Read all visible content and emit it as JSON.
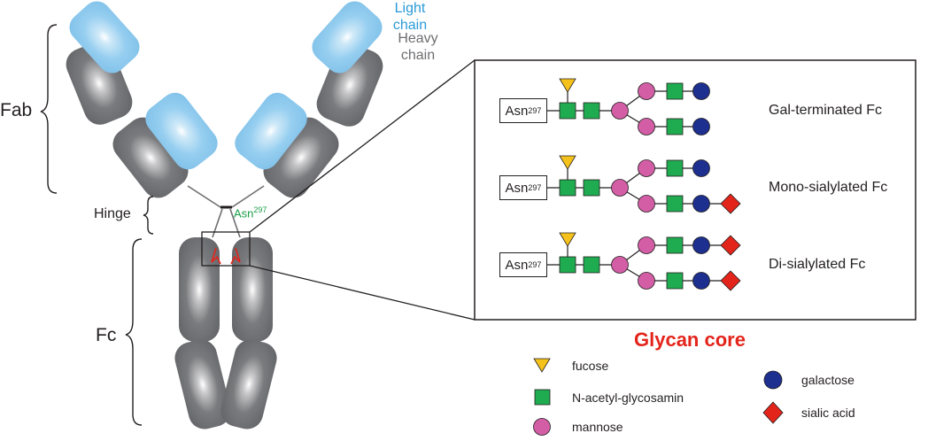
{
  "antibody": {
    "light_chain_label": "Light\nchain",
    "heavy_chain_label": "Heavy\nchain",
    "fab_label": "Fab",
    "hinge_label": "Hinge",
    "fc_label": "Fc",
    "asn_label": "Asn",
    "asn_superscript": "297"
  },
  "panel": {
    "rows": [
      {
        "asn": "Asn",
        "sup": "297",
        "label": "Gal-terminated Fc",
        "upper_sialic": false,
        "lower_sialic": false
      },
      {
        "asn": "Asn",
        "sup": "297",
        "label": "Mono-sialylated Fc",
        "upper_sialic": false,
        "lower_sialic": true
      },
      {
        "asn": "Asn",
        "sup": "297",
        "label": "Di-sialylated Fc",
        "upper_sialic": true,
        "lower_sialic": true
      }
    ]
  },
  "title": "Glycan core",
  "legend": {
    "fucose": "fucose",
    "glcnac": "N-acetyl-glycosamin",
    "mannose": "mannose",
    "galactose": "galactose",
    "sialic": "sialic acid"
  },
  "colors": {
    "light_chain": "#8fcbef",
    "heavy_chain": "#6d6e71",
    "asn_green": "#1a9e48",
    "title_red": "#e3241b",
    "fucose": "#f5c21b",
    "glcnac": "#1fab4f",
    "mannose": "#d35ea6",
    "galactose": "#1d2f8f",
    "sialic": "#e3241b"
  }
}
